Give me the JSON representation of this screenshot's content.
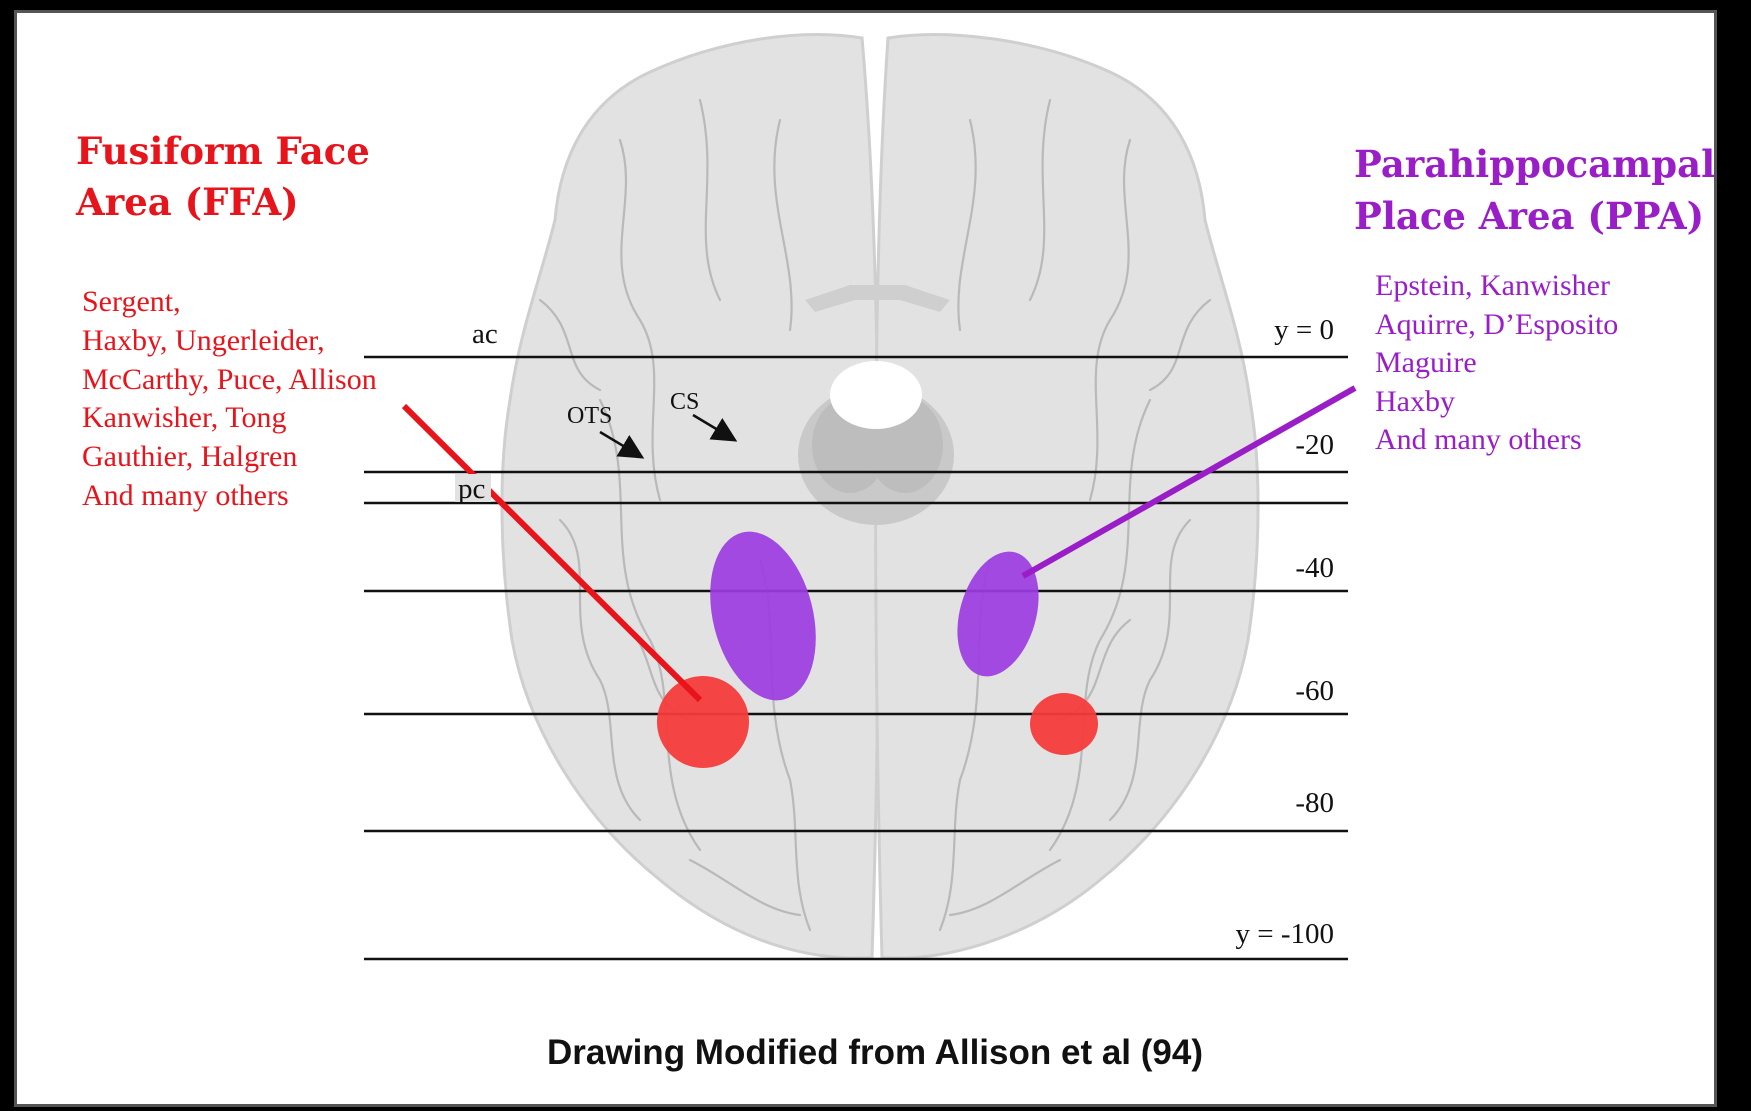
{
  "ffa": {
    "title_line1": "Fusiform Face",
    "title_line2": "Area (FFA)",
    "authors": [
      "Sergent,",
      "Haxby, Ungerleider,",
      "McCarthy, Puce, Allison",
      "Kanwisher, Tong",
      "Gauthier, Halgren",
      "And many others"
    ],
    "color": "#e8141c"
  },
  "ppa": {
    "title_line1": "Parahippocampal",
    "title_line2": "Place Area (PPA)",
    "authors": [
      "Epstein, Kanwisher",
      "Aquirre, D’Esposito",
      "Maguire",
      "Haxby",
      "And many others"
    ],
    "color": "#9a1ec8"
  },
  "axis": {
    "ac_label": "ac",
    "pc_label": "pc",
    "ots_label": "OTS",
    "cs_label": "CS",
    "y_labels": [
      "y = 0",
      "-20",
      "-40",
      "-60",
      "-80",
      "y = -100"
    ]
  },
  "caption": "Drawing Modified from Allison et al (94)"
}
